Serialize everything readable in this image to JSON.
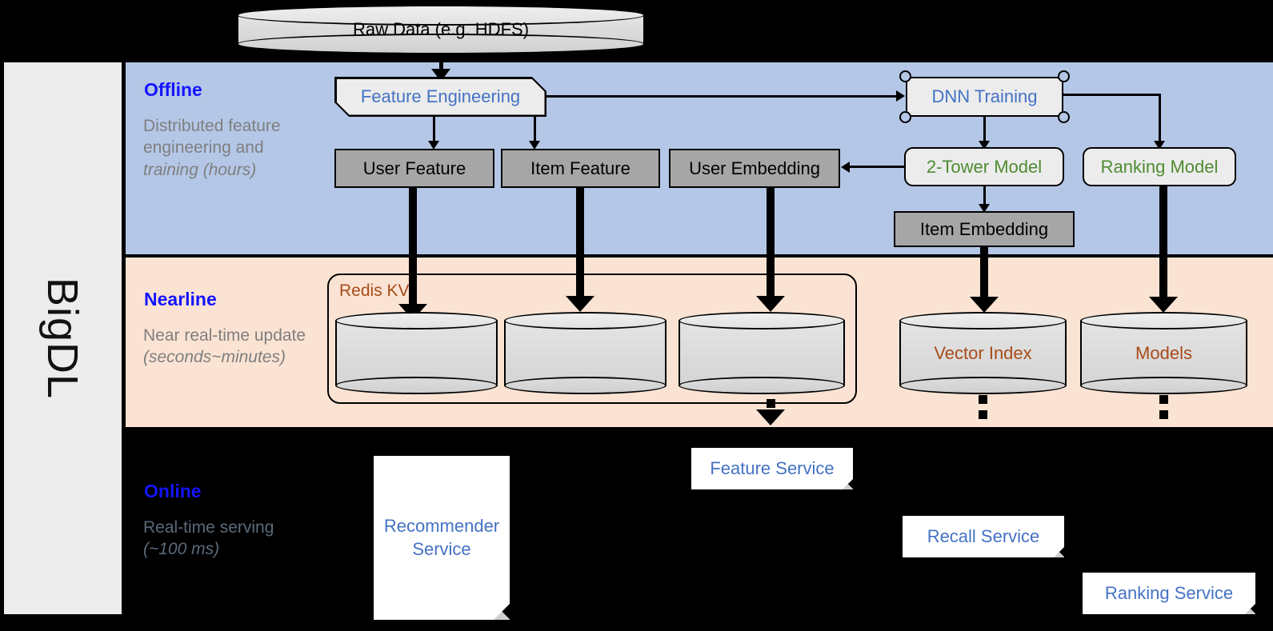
{
  "sidebar": {
    "brand": "BigDL"
  },
  "bands": [
    {
      "id": "offline",
      "title": "Offline",
      "subtitle": "Distributed feature engineering and training (hours)",
      "subtitle_plain": "Distributed feature engineering and",
      "subtitle_italic": "training (hours)",
      "color": "#b4c7e7",
      "title_color": "#1414ff"
    },
    {
      "id": "nearline",
      "title": "Nearline",
      "subtitle_plain": "Near real-time update",
      "subtitle_italic": "(seconds~minutes)",
      "color": "#fbe3d3",
      "title_color": "#1414ff"
    },
    {
      "id": "online",
      "title": "Online",
      "subtitle_plain": "Real-time serving",
      "subtitle_italic": "(~100 ms)",
      "color": "#000000",
      "title_color": "#1414ff"
    }
  ],
  "nodes": {
    "raw_data": "Raw Data (e.g. HDFS)",
    "feature_engineering": "Feature Engineering",
    "dnn_training": "DNN Training",
    "user_feature": "User Feature",
    "item_feature": "Item Feature",
    "user_embedding": "User Embedding",
    "two_tower_model": "2-Tower Model",
    "ranking_model": "Ranking Model",
    "item_embedding": "Item Embedding",
    "redis_kv": "Redis KV",
    "vector_index": "Vector Index",
    "models": "Models",
    "feature_service": "Feature Service",
    "recall_service": "Recall Service",
    "ranking_service": "Ranking Service",
    "recommender_service": "Recommender Service",
    "recommender_service_line1": "Recommender",
    "recommender_service_line2": "Service"
  },
  "colors": {
    "offline_band": "#b4c7e7",
    "nearline_band": "#fbe3d3",
    "online_band": "#000000",
    "sidebar": "#ececec",
    "band_title": "#1414ff",
    "band_subtitle": "#7f7f7f",
    "blue_text": "#4472c4",
    "green_text": "#4e8c32",
    "brown_text": "#a84b1a",
    "gray_box_fill": "#a6a6a6",
    "proc_box_fill": "#ececec",
    "cylinder_fill": "#d9d9d9",
    "stroke": "#000000"
  }
}
